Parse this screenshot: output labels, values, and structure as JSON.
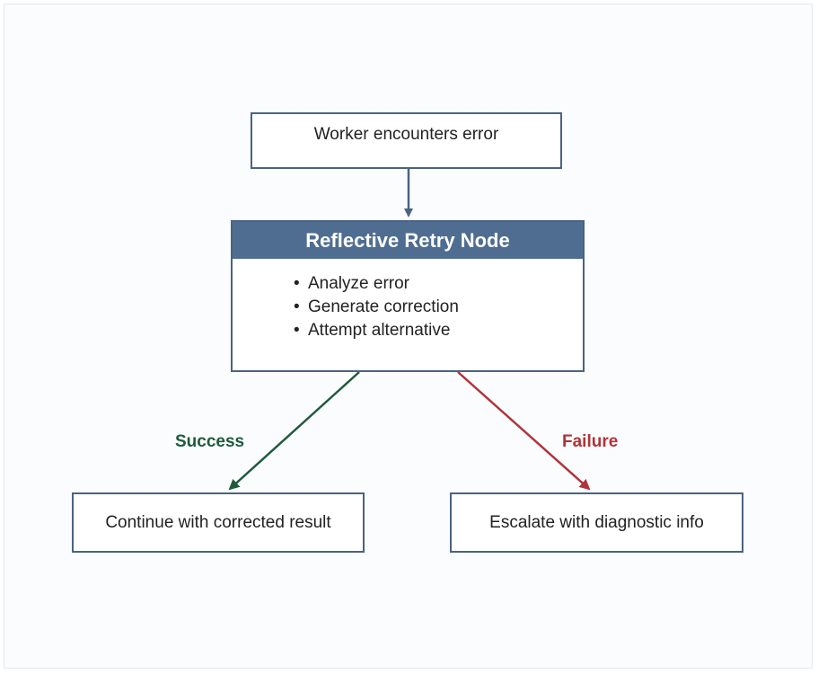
{
  "diagram": {
    "start_node": {
      "text": "Worker encounters error"
    },
    "retry_node": {
      "title": "Reflective Retry Node",
      "steps": [
        "Analyze error",
        "Generate correction",
        "Attempt alternative"
      ]
    },
    "success_branch": {
      "label": "Success",
      "text": "Continue with corrected result",
      "color": "#1f5a3d"
    },
    "failure_branch": {
      "label": "Failure",
      "text": "Escalate with diagnostic info",
      "color": "#b0333a"
    },
    "node_border_color": "#4a6381",
    "header_color": "#4f6d91"
  }
}
